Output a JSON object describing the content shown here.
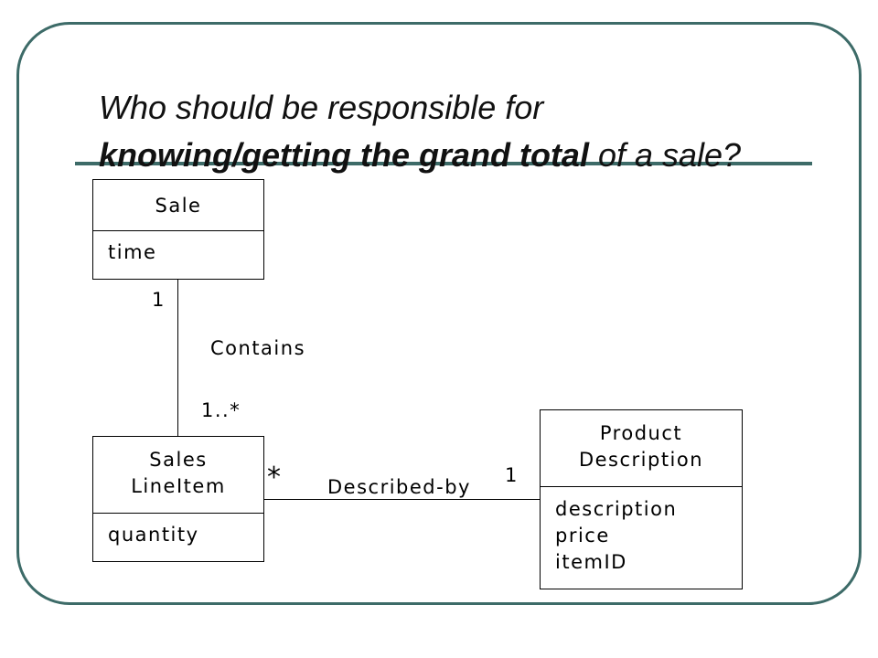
{
  "title": {
    "part1": "Who should be responsible for ",
    "part2": "knowing/getting  the grand  total",
    "part3": " of a sale?"
  },
  "classes": {
    "sale": {
      "name": "Sale",
      "attributes": [
        "time"
      ]
    },
    "sales_lineitem": {
      "name_line1": "Sales",
      "name_line2": "LineItem",
      "attributes": [
        "quantity"
      ]
    },
    "product_description": {
      "name_line1": "Product",
      "name_line2": "Description",
      "attributes": [
        "description",
        "price",
        "itemID"
      ]
    }
  },
  "associations": {
    "contains": {
      "label": "Contains",
      "mult_sale": "1",
      "mult_lineitem": "1..*"
    },
    "described_by": {
      "label": "Described-by",
      "mult_lineitem": "*",
      "mult_product": "1"
    }
  },
  "colors": {
    "frame": "#3d6b68",
    "rule": "#3d6b68",
    "text": "#111111"
  }
}
